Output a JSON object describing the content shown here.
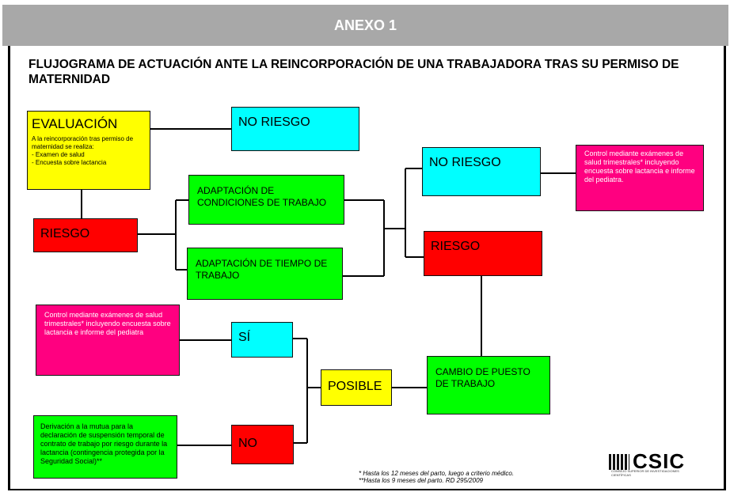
{
  "header": {
    "title": "ANEXO 1"
  },
  "diagram": {
    "title": "FLUJOGRAMA DE ACTUACIÓN ANTE LA REINCORPORACIÓN DE UNA TRABAJADORA TRAS SU PERMISO DE MATERNIDAD",
    "nodes": {
      "evaluacion": {
        "title": "EVALUACIÓN",
        "text": "A la reincorporación tras permiso de\nmaternidad se realiza:\n- Examen de salud\n- Encuesta sobre lactancia"
      },
      "no_riesgo_1": {
        "label": "NO RIESGO"
      },
      "riesgo_1": {
        "label": "RIESGO"
      },
      "adaptacion_condiciones": {
        "label": "ADAPTACIÓN DE CONDICIONES DE TRABAJO"
      },
      "adaptacion_tiempo": {
        "label": "ADAPTACIÓN DE TIEMPO DE TRABAJO"
      },
      "no_riesgo_2": {
        "label": "NO RIESGO"
      },
      "riesgo_2": {
        "label": "RIESGO"
      },
      "control_1": {
        "text": "Control mediante exámenes de salud trimestrales* incluyendo encuesta sobre lactancia e informe del pediatra."
      },
      "control_2": {
        "text": "Control mediante exámenes de salud trimestrales* incluyendo encuesta sobre lactancia e informe del pediatra"
      },
      "si": {
        "label": "SÍ"
      },
      "posible": {
        "label": "POSIBLE"
      },
      "cambio_puesto": {
        "label": "CAMBIO DE PUESTO DE TRABAJO"
      },
      "no": {
        "label": "NO"
      },
      "derivacion": {
        "text": "Derivación a la mutua para la declaración de suspensión temporal de contrato de trabajo por riesgo durante la lactancia (contingencia protegida por la Seguridad Social)**"
      }
    },
    "footnotes": {
      "note_1": "* Hasta los 12 meses del parto, luego a criterio médico.",
      "note_2": "**Hasta los 9 meses del parto. RD 295/2009"
    },
    "logo": {
      "text": "CSIC",
      "subtitle": "CONSEJO SUPERIOR DE INVESTIGACIONES CIENTÍFICAS"
    },
    "colors": {
      "yellow": "#ffff00",
      "cyan": "#00ffff",
      "red": "#ff0000",
      "green": "#00ff00",
      "magenta": "#ff0080",
      "header_gray": "#a8a8a8"
    }
  }
}
